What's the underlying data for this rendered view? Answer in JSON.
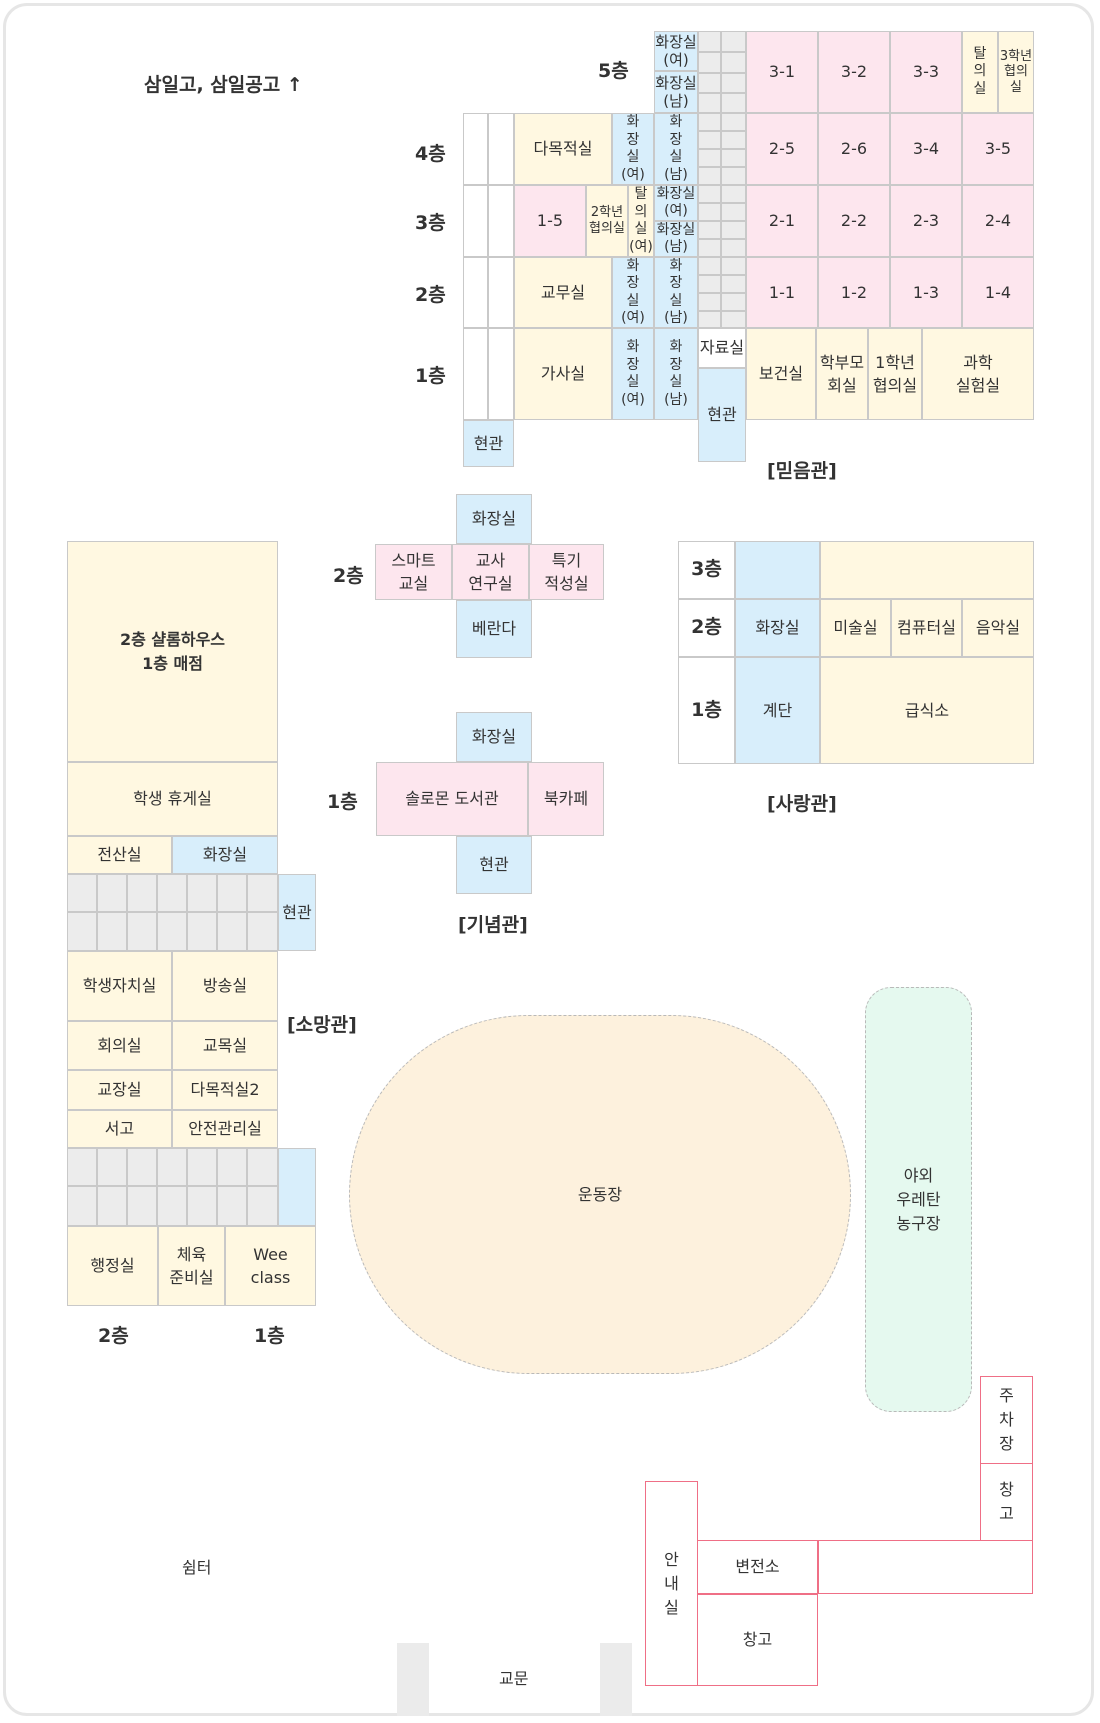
{
  "title": "삼일고, 삼일공고 ↑",
  "mideum": {
    "label": "[믿음관]",
    "floors": [
      "5층",
      "4층",
      "3층",
      "2층",
      "1층"
    ],
    "rooms": {
      "f5_wc_f": "화장실\n(여)",
      "f5_wc_m": "화장실\n(남)",
      "r31": "3-1",
      "r32": "3-2",
      "r33": "3-3",
      "f5_talui": "탈\n의\n실",
      "f5_grade3": "3학년\n협의실",
      "damok": "다목적실",
      "f4_wc_f": "화\n장\n실\n(여)",
      "f4_wc_m": "화\n장\n실\n(남)",
      "r25": "2-5",
      "r26": "2-6",
      "r34": "3-4",
      "r35": "3-5",
      "r15": "1-5",
      "grade2": "2학년\n협의실",
      "f3_talui": "탈\n의\n실\n(여)",
      "f3_wc_f": "화장실\n(여)",
      "f3_wc_m": "화장실\n(남)",
      "r21": "2-1",
      "r22": "2-2",
      "r23": "2-3",
      "r24": "2-4",
      "gyomu": "교무실",
      "f2_wc_f": "화\n장\n실\n(여)",
      "f2_wc_m": "화\n장\n실\n(남)",
      "r11": "1-1",
      "r12": "1-2",
      "r13": "1-3",
      "r14": "1-4",
      "gasa": "가사실",
      "f1_wc_f": "화\n장\n실\n(여)",
      "f1_wc_m": "화\n장\n실\n(남)",
      "jaryo": "자료실",
      "entrance2": "현관",
      "bogeon": "보건실",
      "parents": "학부모\n회실",
      "grade1": "1학년\n협의실",
      "science": "과학\n실험실",
      "entrance1": "현관"
    }
  },
  "ginyeom": {
    "label": "[기념관]",
    "floors": [
      "2층",
      "1층"
    ],
    "rooms": {
      "f2_wc": "화장실",
      "smart": "스마트\n교실",
      "teacher": "교사\n연구실",
      "special": "특기\n적성실",
      "veranda": "베란다",
      "f1_wc": "화장실",
      "library": "솔로몬 도서관",
      "bookcafe": "북카페",
      "entrance": "현관"
    }
  },
  "sarang": {
    "label": "[사랑관]",
    "floors": [
      "3층",
      "2층",
      "1층"
    ],
    "rooms": {
      "wc": "화장실",
      "art": "미술실",
      "computer": "컴퓨터실",
      "music": "음악실",
      "stairs": "계단",
      "cafeteria": "급식소"
    }
  },
  "somang": {
    "label": "[소망관]",
    "floor_labels": [
      "2층",
      "1층"
    ],
    "rooms": {
      "house": "2층 샬롬하우스\n1층 매점",
      "lounge": "학생 휴게실",
      "computer": "전산실",
      "wc": "화장실",
      "entrance": "현관",
      "council": "학생자치실",
      "broadcast": "방송실",
      "meeting": "회의실",
      "staff": "교목실",
      "principal": "교장실",
      "damok2": "다목적실2",
      "archive": "서고",
      "safety": "안전관리실",
      "admin": "행정실",
      "pe": "체육\n준비실",
      "wee": "Wee\nclass"
    }
  },
  "outdoor": {
    "field": "운동장",
    "court": "야외\n우레탄\n농구장",
    "parking": "주\n차\n장",
    "storage_v": "창\n고",
    "info": "안\n내\n실",
    "substation": "변전소",
    "storage": "창고",
    "shelter": "쉼터",
    "gate": "교문"
  }
}
